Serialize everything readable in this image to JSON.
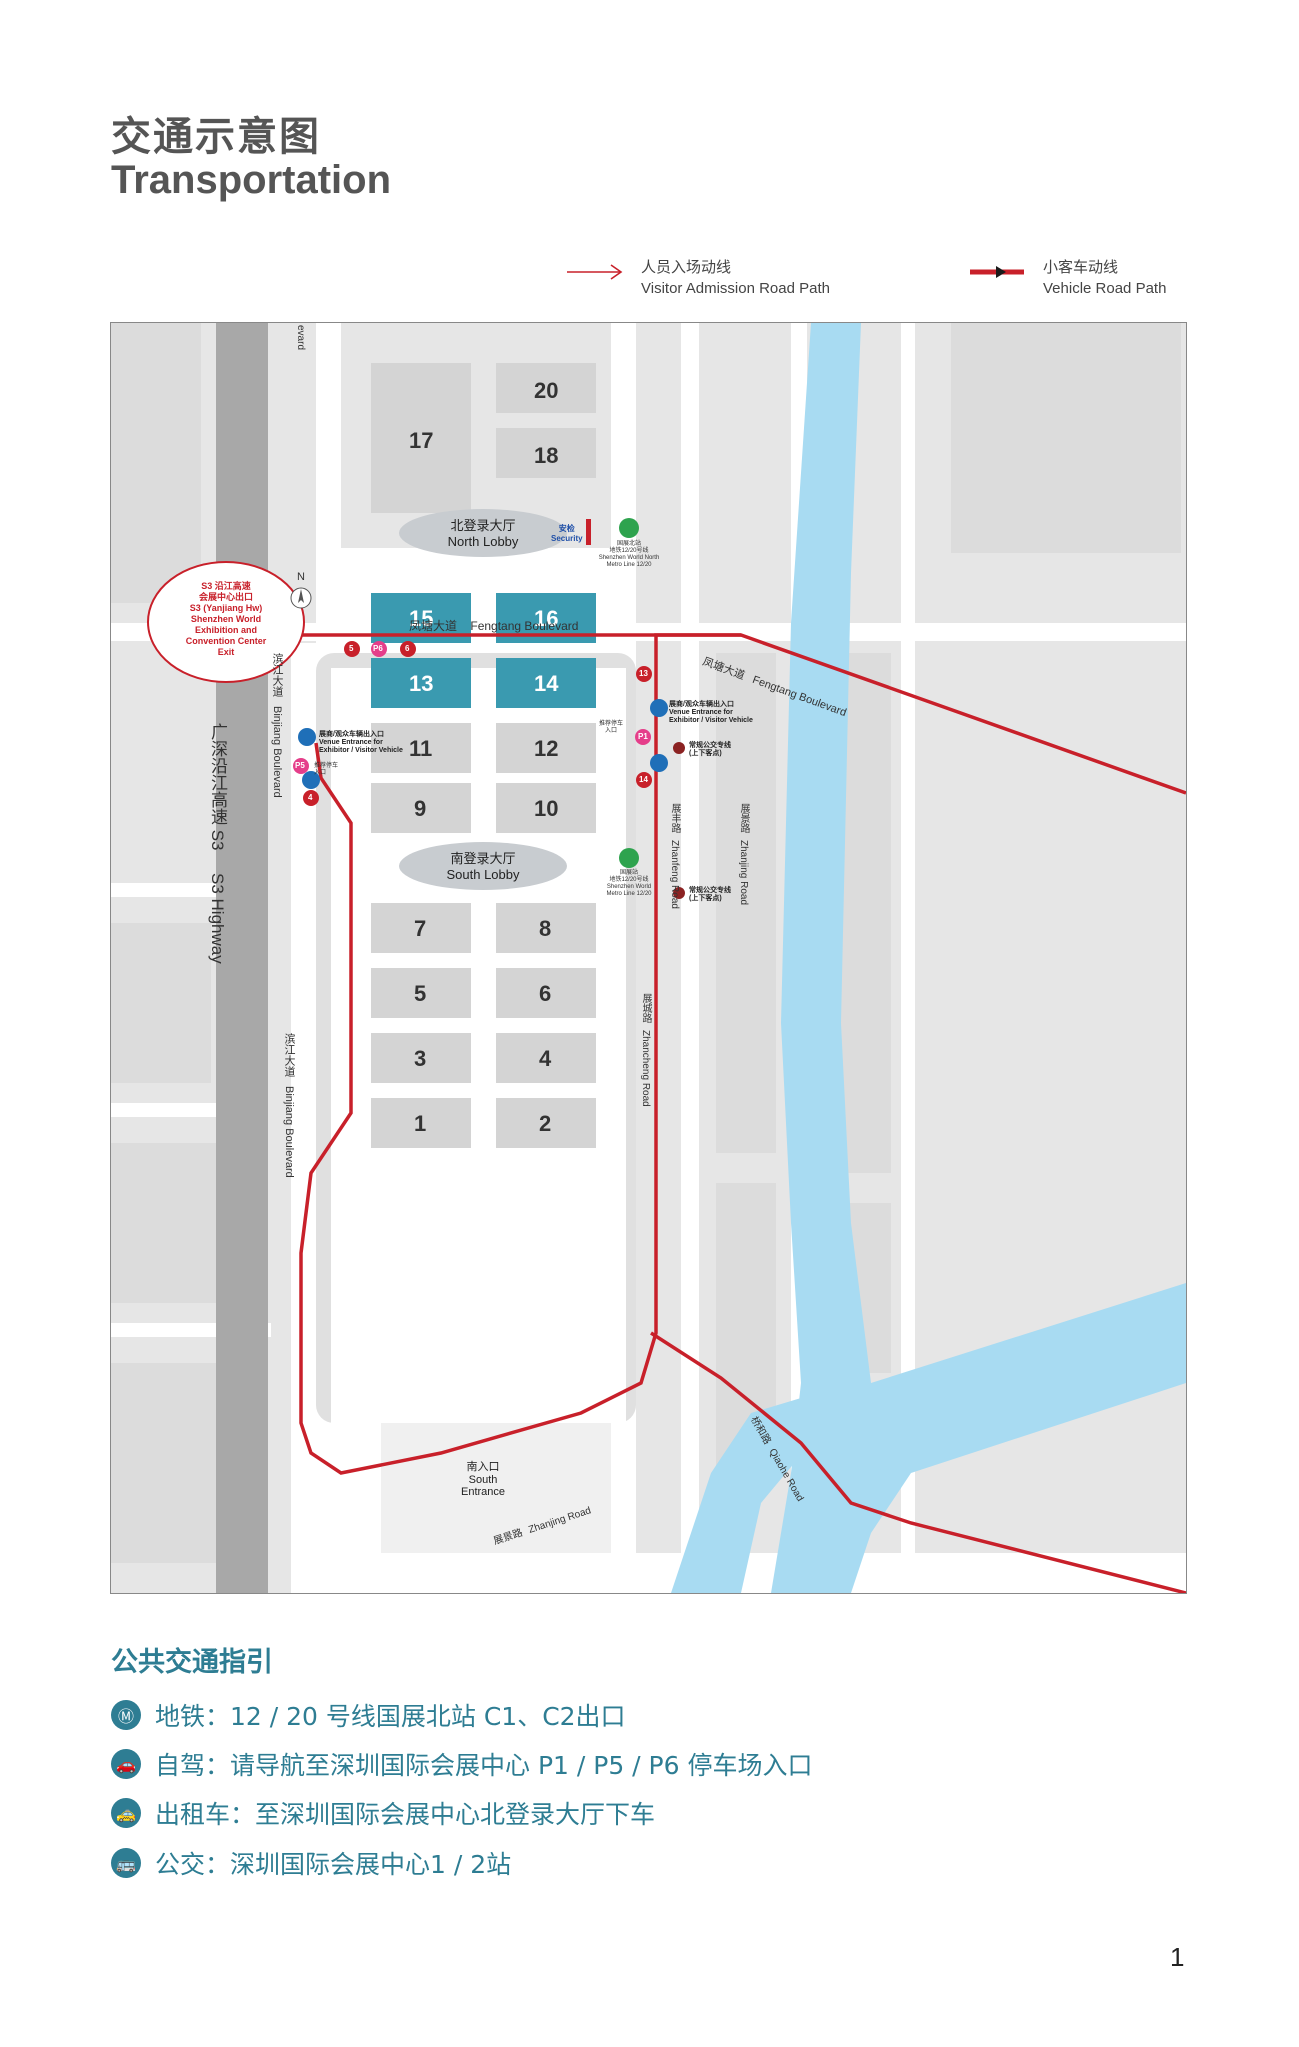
{
  "header": {
    "title_cn": "交通示意图",
    "title_en": "Transportation"
  },
  "legend": {
    "visitor_cn": "人员入场动线",
    "visitor_en": "Visitor Admission Road Path",
    "vehicle_cn": "小客车动线",
    "vehicle_en": "Vehicle Road Path"
  },
  "colors": {
    "accent_red": "#c8202a",
    "hall_teal": "#3a9ab0",
    "river": "#a8dbf2",
    "text_teal": "#2e7d93"
  },
  "map": {
    "halls": [
      "17",
      "20",
      "18",
      "15",
      "16",
      "13",
      "14",
      "11",
      "12",
      "9",
      "10",
      "7",
      "8",
      "5",
      "6",
      "3",
      "4",
      "1",
      "2"
    ],
    "north_lobby_cn": "北登录大厅",
    "north_lobby_en": "North Lobby",
    "security_cn": "安检",
    "security_en": "Security",
    "south_lobby_cn": "南登录大厅",
    "south_lobby_en": "South Lobby",
    "south_entrance_cn": "南入口",
    "south_entrance_en1": "South",
    "south_entrance_en2": "Entrance",
    "fengtang_cn": "凤塘大道",
    "fengtang_en": "Fengtang Boulevard",
    "fengtang_diag_cn": "凤塘大道",
    "fengtang_diag_en": "Fengtang Boulevard",
    "metro_north_cn": "国展北站",
    "metro_north_line_cn": "地铁12/20号线",
    "metro_north_en1": "Shenzhen World North",
    "metro_north_en2": "Metro Line 12/20",
    "metro_south_cn": "国展站",
    "metro_south_line_cn": "地铁12/20号线",
    "metro_south_en1": "Shenzhen World",
    "metro_south_en2": "Metro Line 12/20",
    "exit_cn1": "S3 沿江高速",
    "exit_cn2": "会展中心出口",
    "exit_en1": "S3 (Yanjiang Hw)",
    "exit_en2": "Shenzhen World",
    "exit_en3": "Exhibition and",
    "exit_en4": "Convention Center",
    "exit_en5": "Exit",
    "highway_cn": "广深沿江高速 S3",
    "highway_en": "S3 Highway",
    "binjiang_cn": "滨江大道",
    "binjiang_en": "Binjiang Boulevard",
    "binjiang2_cn": "滨江大道",
    "binjiang2_en": "Binjiang Boulevard",
    "venue_entrance_e_cn": "展商/观众车辆出入口",
    "venue_entrance_e_en1": "Venue Entrance for",
    "venue_entrance_e_en2": "Exhibitor / Visitor Vehicle",
    "venue_entrance_w_cn": "展商/观众车辆出入口",
    "venue_entrance_w_en1": "Venue Entrance for",
    "venue_entrance_w_en2": "Exhibitor / Visitor Vehicle",
    "parking_p1_cn1": "推荐停车",
    "parking_p1_cn2": "入口",
    "parking_p5_cn1": "推荐停车",
    "parking_p5_cn2": "入口",
    "bus1_cn": "常规公交专线",
    "bus1_sub": "(上下客点)",
    "bus2_cn": "常规公交专线",
    "bus2_sub": "(上下客点)",
    "zhanfeng_cn": "展丰路",
    "zhanfeng_en": "Zhanfeng Road",
    "zhanjing_cn": "展景路",
    "zhanjing_en": "Zhanjing Road",
    "zhancheng_cn": "展城路",
    "zhancheng_en": "Zhancheng Road",
    "zhanjing_s_cn": "展景路",
    "zhanjing_s_en": "Zhanjing Road",
    "qiaohe_cn": "桥和路",
    "qiaohe_en": "Qiaohe Road",
    "blvd_top": "evard",
    "compass": "N",
    "parking_markers": [
      "5",
      "P6",
      "6",
      "13",
      "P1",
      "14",
      "P5",
      "4"
    ]
  },
  "guide": {
    "title": "公共交通指引",
    "items": [
      {
        "icon": "metro-icon",
        "text": "地铁：12 / 20 号线国展北站 C1、C2出口"
      },
      {
        "icon": "car-icon",
        "text": "自驾：请导航至深圳国际会展中心 P1 / P5 / P6 停车场入口"
      },
      {
        "icon": "taxi-icon",
        "text": "出租车：至深圳国际会展中心北登录大厅下车"
      },
      {
        "icon": "bus-icon",
        "text": "公交：深圳国际会展中心1 / 2站"
      }
    ]
  },
  "page_number": "1"
}
